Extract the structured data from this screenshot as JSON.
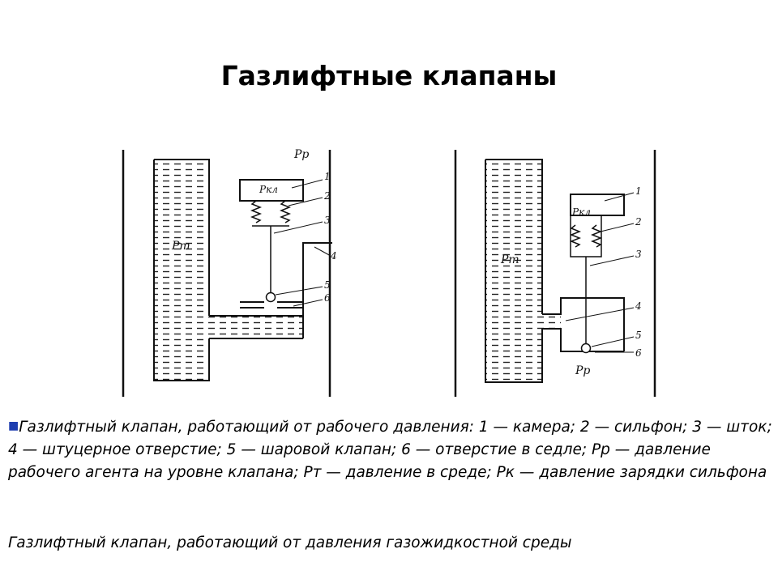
{
  "slide": {
    "title": "Газлифтные клапаны"
  },
  "diagram_left": {
    "label_pp": "Pр",
    "label_pt": "Pт",
    "label_pkl": "Pкл",
    "numbers": [
      "1",
      "2",
      "3",
      "4",
      "5",
      "6"
    ]
  },
  "diagram_right": {
    "label_pt": "Pт",
    "label_pkl": "Pкл",
    "label_pp": "Pр",
    "numbers": [
      "1",
      "2",
      "3",
      "4",
      "5",
      "6"
    ]
  },
  "caption": {
    "bullet": "■",
    "text1": "Газлифтный клапан, работающий от рабочего давления: 1 — камера; 2 — сильфон; 3 — шток; 4 — штуцерное отверстие; 5 — шаровой клапан; 6 — отверстие в седле; Рр — давление рабочего агента на уровне клапана; Рт — давление в среде; Рк — давление зарядки сильфона",
    "text2": "Газлифтный клапан, работающий от давления газожидкостной среды"
  }
}
